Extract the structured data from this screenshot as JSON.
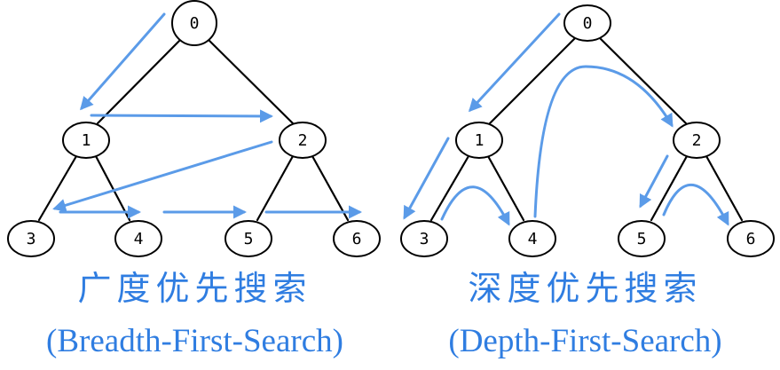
{
  "colors": {
    "arrow": "#5b9be8",
    "title": "#2f7de1",
    "edge": "#000000"
  },
  "bfs": {
    "title_cn": "广度优先搜索",
    "title_en": "(Breadth-First-Search)",
    "node_labels": [
      "0",
      "1",
      "2",
      "3",
      "4",
      "5",
      "6"
    ]
  },
  "dfs": {
    "title_cn": "深度优先搜索",
    "title_en": "(Depth-First-Search)",
    "node_labels": [
      "0",
      "1",
      "2",
      "3",
      "4",
      "5",
      "6"
    ]
  }
}
